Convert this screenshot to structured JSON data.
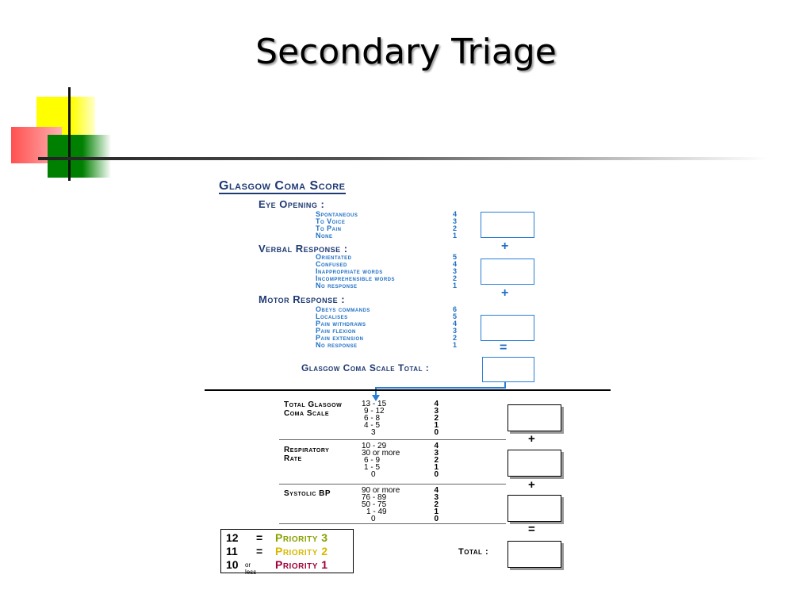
{
  "title": "Secondary Triage",
  "gcs": {
    "title": "Glasgow Coma Score",
    "eye": {
      "heading": "Eye Opening :",
      "items": [
        {
          "label": "Spontaneous",
          "score": "4"
        },
        {
          "label": "To Voice",
          "score": "3"
        },
        {
          "label": "To Pain",
          "score": "2"
        },
        {
          "label": "None",
          "score": "1"
        }
      ]
    },
    "verbal": {
      "heading": "Verbal Response :",
      "items": [
        {
          "label": "Orientated",
          "score": "5"
        },
        {
          "label": "Confused",
          "score": "4"
        },
        {
          "label": "Inappropriate words",
          "score": "3"
        },
        {
          "label": "Incomprehensible words",
          "score": "2"
        },
        {
          "label": "No response",
          "score": "1"
        }
      ]
    },
    "motor": {
      "heading": "Motor Response :",
      "items": [
        {
          "label": "Obeys commands",
          "score": "6"
        },
        {
          "label": "Localises",
          "score": "5"
        },
        {
          "label": "Pain withdraws",
          "score": "4"
        },
        {
          "label": "Pain flexion",
          "score": "3"
        },
        {
          "label": "Pain extension",
          "score": "2"
        },
        {
          "label": "No response",
          "score": "1"
        }
      ]
    },
    "plus": "+",
    "equals": "=",
    "total_label": "Glasgow Coma Scale Total :"
  },
  "triage": {
    "gcs_block": {
      "label_line1": "Total Glasgow",
      "label_line2": "Coma Scale",
      "ranges": [
        "13 - 15",
        "9 - 12",
        "6 - 8",
        "4 - 5",
        "3"
      ],
      "scores": [
        "4",
        "3",
        "2",
        "1",
        "0"
      ]
    },
    "resp_block": {
      "label_line1": "Respiratory",
      "label_line2": "Rate",
      "ranges": [
        "10 - 29",
        "30 or more",
        "6 - 9",
        "1 - 5",
        "0"
      ],
      "scores": [
        "4",
        "3",
        "2",
        "1",
        "0"
      ]
    },
    "bp_block": {
      "label_line1": "Systolic BP",
      "ranges": [
        "90 or more",
        "76 - 89",
        "50 - 75",
        "1 - 49",
        "0"
      ],
      "scores": [
        "4",
        "3",
        "2",
        "1",
        "0"
      ]
    },
    "plus": "+",
    "equals": "=",
    "total_label": "Total :"
  },
  "legend": [
    {
      "score": "12",
      "eq": "=",
      "qualifier": "",
      "priority": "Priority 3",
      "color": "#8aa000"
    },
    {
      "score": "11",
      "eq": "=",
      "qualifier": "",
      "priority": "Priority 2",
      "color": "#d8b800"
    },
    {
      "score": "10",
      "eq": "",
      "qualifier": "or less",
      "priority": "Priority 1",
      "color": "#a0003a"
    }
  ],
  "colors": {
    "gcs_heading": "#1f3a73",
    "gcs_items": "#1e6fc4",
    "box_border": "#2a7fd4"
  }
}
